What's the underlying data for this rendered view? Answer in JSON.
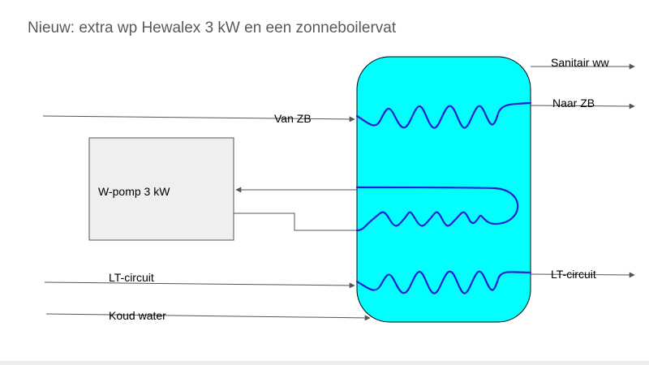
{
  "slide": {
    "title": "Nieuw: extra wp Hewalex 3 kW en een zonneboilervat"
  },
  "diagram": {
    "heat_pump_label": "W-pomp 3 kW",
    "labels": {
      "van_zb": "Van ZB",
      "lt_circuit_in": "LT-circuit",
      "koud_water": "Koud water",
      "sanitair_ww": "Sanitair ww",
      "naar_zb": "Naar ZB",
      "lt_circuit_out": "LT-circuit"
    },
    "colors": {
      "tank_fill": "#00ffff",
      "coil": "#1f1fd6",
      "heat_pump_fill": "#efefef",
      "line": "#555555"
    }
  }
}
